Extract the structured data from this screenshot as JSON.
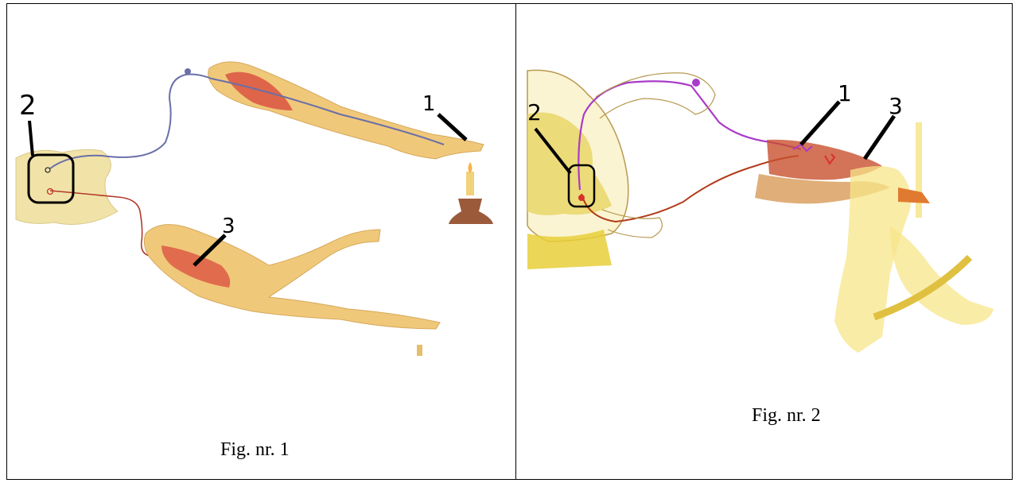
{
  "figures": [
    {
      "caption": "Fig. nr. 1",
      "labels": {
        "l1": "1",
        "l2": "2",
        "l3": "3"
      },
      "colors": {
        "skin": "#f0c87a",
        "muscle": "#d8443a",
        "sensory_nerve": "#6a6fa8",
        "motor_nerve": "#b23a2a",
        "candle_holder": "#9b5a3a"
      }
    },
    {
      "caption": "Fig. nr. 2",
      "labels": {
        "l1": "1",
        "l2": "2",
        "l3": "3"
      },
      "colors": {
        "skin": "#f7e58a",
        "muscle": "#c8502e",
        "sensory_nerve": "#a93bc9",
        "motor_nerve": "#b23a1a",
        "spinal_gray": "#e8d66a"
      }
    }
  ]
}
